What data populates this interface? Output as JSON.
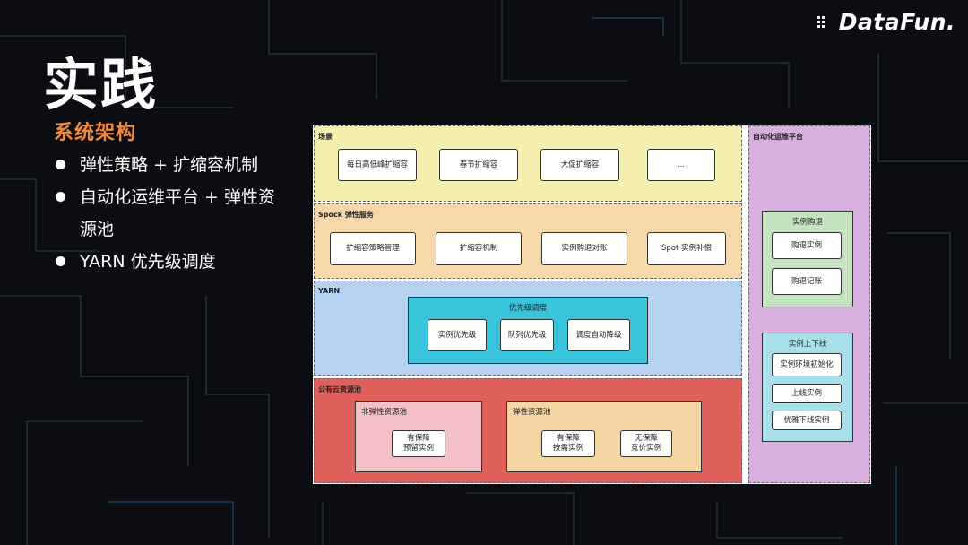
{
  "logo": {
    "text": "DataFun."
  },
  "slide": {
    "title": "实践",
    "subtitle": "系统架构",
    "bullets": [
      "弹性策略 + 扩缩容机制",
      "自动化运维平台 + 弹性资源池",
      "YARN 优先级调度"
    ]
  },
  "diagram": {
    "scene": {
      "label": "场景",
      "items": [
        "每日高低峰扩缩容",
        "春节扩缩容",
        "大促扩缩容",
        "..."
      ]
    },
    "spock": {
      "label": "Spock 弹性服务",
      "items": [
        "扩缩容策略管理",
        "扩缩容机制",
        "实例购退对账",
        "Spot 实例补偿"
      ]
    },
    "yarn": {
      "label": "YARN",
      "panel_title": "优先级调度",
      "items": [
        "实例优先级",
        "队列优先级",
        "调度自动降级"
      ]
    },
    "cloud": {
      "label": "公有云资源池",
      "non_elastic": {
        "title": "非弹性资源池",
        "items": [
          "有保障\n预留实例"
        ]
      },
      "elastic": {
        "title": "弹性资源池",
        "items": [
          "有保障\n按需实例",
          "无保障\n竞价实例"
        ]
      }
    },
    "ops": {
      "label": "自动化运维平台",
      "purchase": {
        "title": "实例购退",
        "items": [
          "购退实例",
          "购退记账"
        ]
      },
      "online": {
        "title": "实例上下线",
        "items": [
          "实例环境初始化",
          "上线实例",
          "优雅下线实例"
        ]
      }
    },
    "colors": {
      "scene": "#f5f0b0",
      "spock": "#f6d8ab",
      "yarn": "#b5d3f0",
      "cloud": "#e0605c",
      "ops": "#d8b0e0",
      "yarn_panel": "#3ac4dc",
      "purchase_panel": "#c5e3c0",
      "online_panel": "#a8e0ea",
      "non_elastic_panel": "#f3c0c8",
      "elastic_panel": "#f6d5a5",
      "accent_orange": "#f08a3c"
    }
  }
}
